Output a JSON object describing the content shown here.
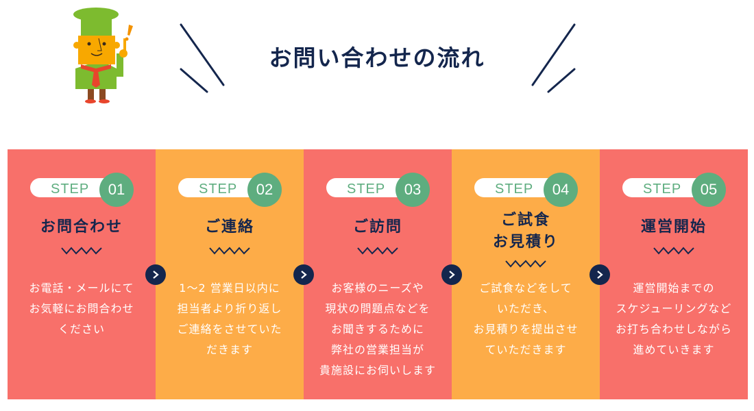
{
  "header": {
    "title": "お問い合わせの流れ",
    "mascot": "chef-mascot-illustration"
  },
  "colors": {
    "navy": "#14264d",
    "red": "#f8706a",
    "orange": "#fdac48",
    "green": "#5ead7f",
    "white": "#ffffff"
  },
  "steps": [
    {
      "label": "STEP",
      "number": "01",
      "title": "お問合わせ",
      "description": "お電話・メールにて\nお気軽にお問合わせ\nください"
    },
    {
      "label": "STEP",
      "number": "02",
      "title": "ご連絡",
      "description": "1～2 営業日以内に\n担当者より折り返し\nご連絡をさせていた\nだきます"
    },
    {
      "label": "STEP",
      "number": "03",
      "title": "ご訪問",
      "description": "お客様のニーズや\n現状の問題点などを\nお聞きするために\n弊社の営業担当が\n貴施設にお伺いします"
    },
    {
      "label": "STEP",
      "number": "04",
      "title": "ご試食\nお見積り",
      "description": "ご試食などをして\nいただき、\nお見積りを提出させ\nていただきます"
    },
    {
      "label": "STEP",
      "number": "05",
      "title": "運営開始",
      "description": "運営開始までの\nスケジューリングなど\nお打ち合わせしながら\n進めていきます"
    }
  ],
  "icons": {
    "arrow": "chevron-right-icon",
    "divider": "zigzag-icon"
  }
}
